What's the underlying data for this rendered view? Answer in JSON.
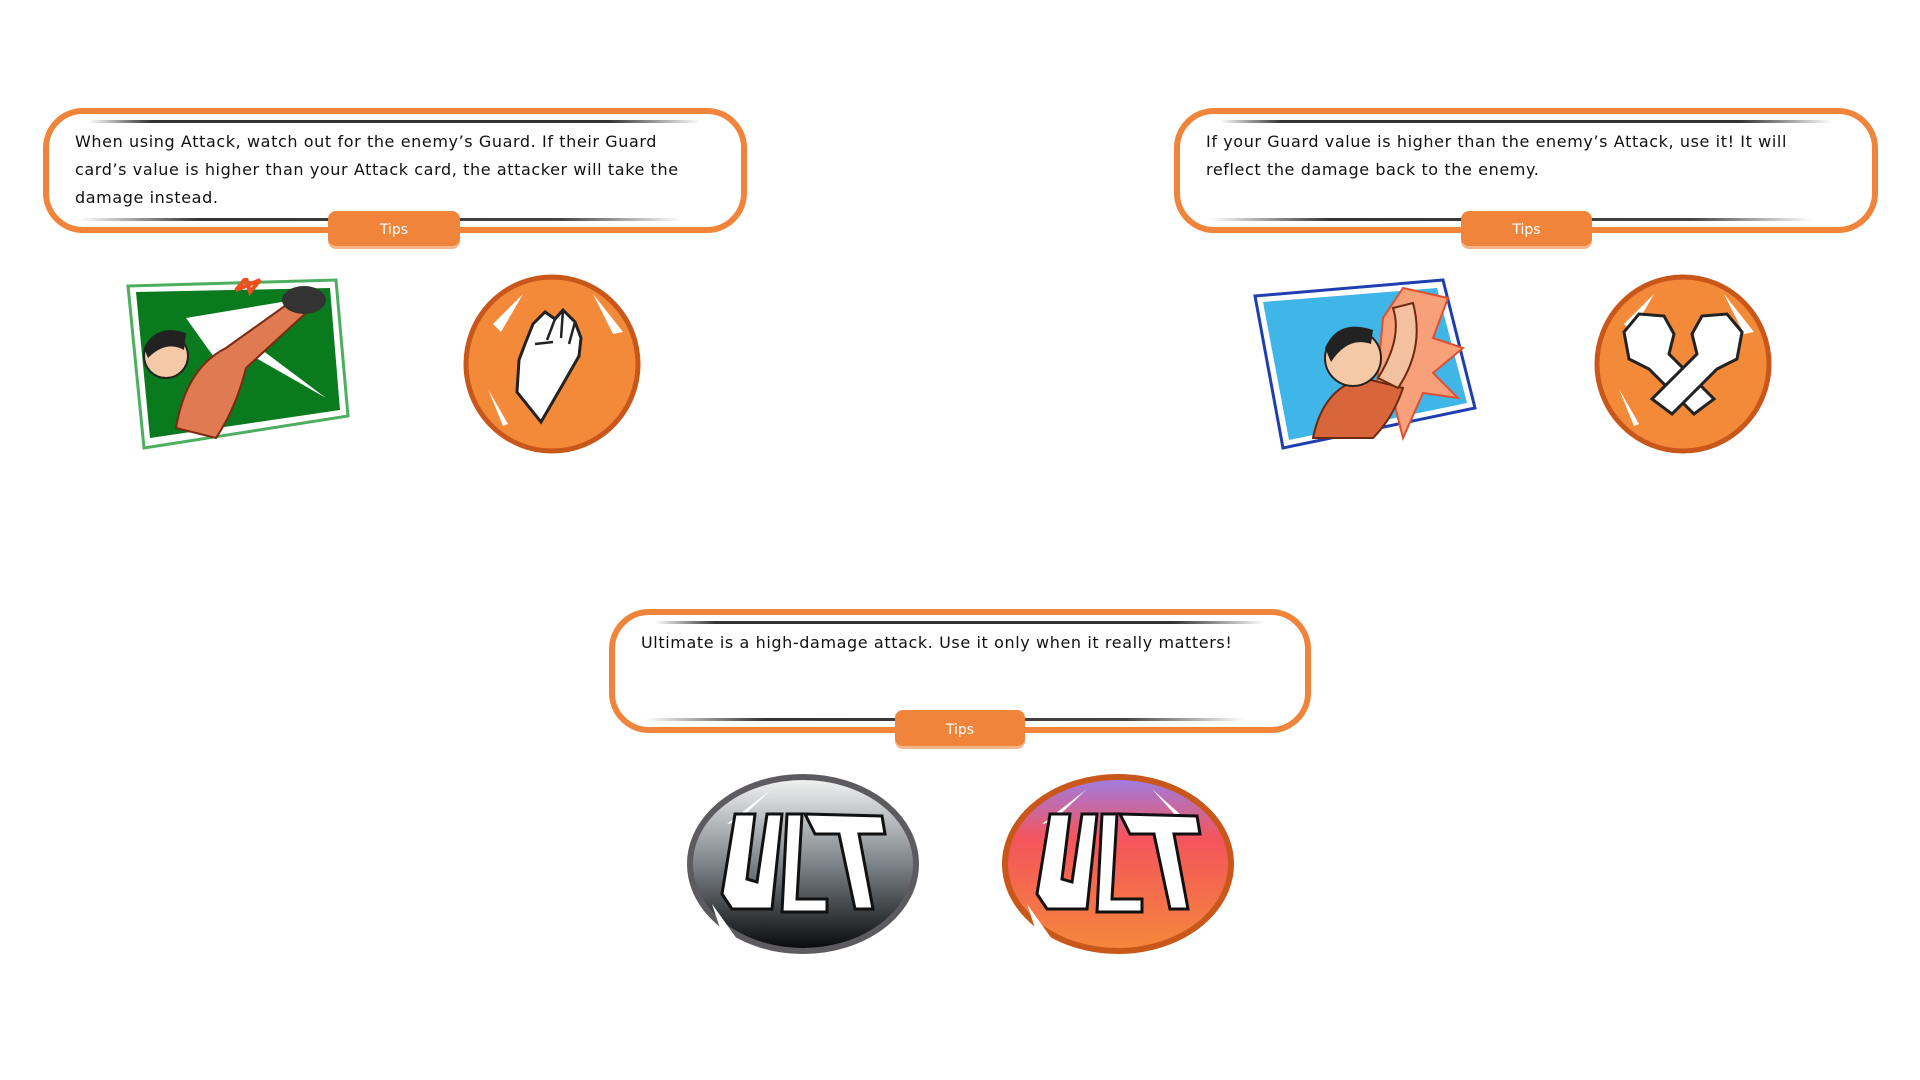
{
  "tips": [
    {
      "text": "When using Attack, watch out for the enemy’s Guard. If their Guard card’s value is higher than your Attack card, the attacker will take the damage instead.",
      "label": "Tips"
    },
    {
      "text": "If your Guard value is higher than the enemy’s Attack, use it! It will reflect the damage back to the enemy.",
      "label": "Tips"
    },
    {
      "text": "Ultimate is a high-damage attack. Use it only when it really matters!",
      "label": "Tips"
    }
  ],
  "icons": {
    "attack_card": "attack-card-illustration",
    "attack_button": "fist-icon",
    "guard_card": "guard-card-illustration",
    "guard_button": "crossed-arms-icon",
    "ult_disabled": "ULT",
    "ult_active": "ULT"
  },
  "colors": {
    "accent": "#f0843a",
    "accent_dark": "#c9571a",
    "card_green": "#0a7a1e",
    "card_blue": "#1f3fb0"
  }
}
